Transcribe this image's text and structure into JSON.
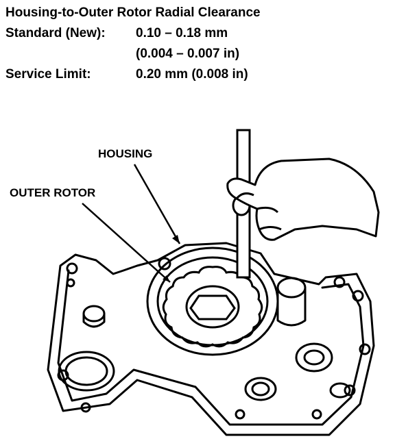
{
  "spec": {
    "title": "Housing-to-Outer Rotor Radial Clearance",
    "standard_label": "Standard (New):",
    "standard_mm": "0.10 – 0.18 mm",
    "standard_in": "(0.004 – 0.007 in)",
    "service_label": "Service Limit:",
    "service_value": "0.20 mm (0.008 in)"
  },
  "callouts": {
    "housing": "HOUSING",
    "outer_rotor": "OUTER ROTOR"
  }
}
